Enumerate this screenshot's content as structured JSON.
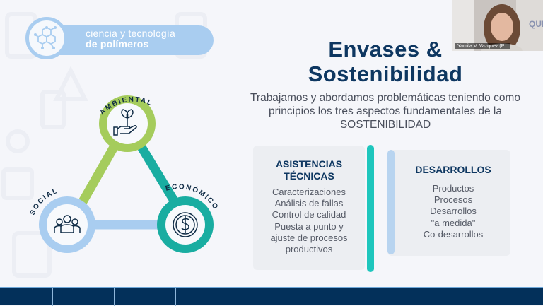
{
  "slide": {
    "logo": {
      "line1": "ciencia y tecnología",
      "line2": "de polímeros",
      "icon": "molecule-icon"
    },
    "title_line1": "Envases &",
    "title_line2": "Sostenibilidad",
    "subtitle": "Trabajamos y abordamos problemáticas teniendo como principios los tres aspectos fundamentales de la SOSTENIBILIDAD",
    "diagram": {
      "nodes": [
        {
          "label": "AMBIENTAL",
          "icon": "plant-in-hand-icon",
          "color": "#a5cc5c"
        },
        {
          "label": "SOCIAL",
          "icon": "people-group-icon",
          "color": "#a9cdf0"
        },
        {
          "label": "ECONÓMICO",
          "icon": "dollar-coin-icon",
          "color": "#19ada1"
        }
      ]
    },
    "cards": [
      {
        "title_line1": "ASISTENCIAS",
        "title_line2": "TÉCNICAS",
        "items": [
          "Caracterizaciones",
          "Análisis de fallas",
          "Control de calidad",
          "Puesta a punto y",
          "ajuste de procesos",
          "productivos"
        ]
      },
      {
        "title_line1": "DESARROLLOS",
        "items": [
          "Productos",
          "Procesos",
          "Desarrollos",
          "\"a medida\"",
          "Co-desarrollos"
        ]
      }
    ],
    "colors": {
      "title": "#0e3761",
      "teal": "#1ec6bd",
      "light_blue": "#a9cdf0",
      "green": "#a5cc5c",
      "footer": "#03305a"
    }
  },
  "webcam": {
    "participant_name": "Yamila V. Vazquez (P..."
  }
}
